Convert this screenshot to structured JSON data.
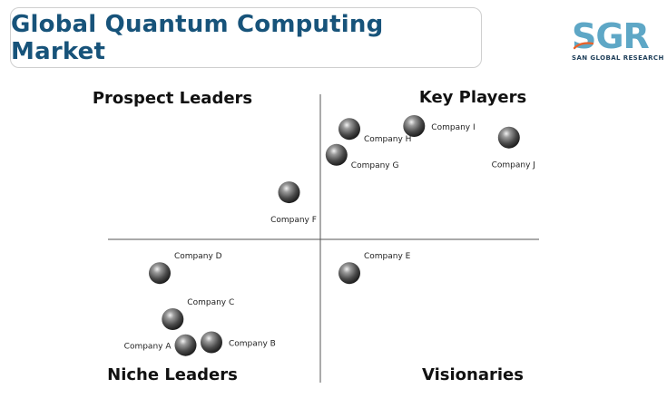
{
  "title": "Global Quantum Computing Market",
  "logo": {
    "mark": "SGR",
    "subtitle": "SAN GLOBAL RESEARCH",
    "accent": "#e8632b",
    "brand": "#5ea7c6"
  },
  "colors": {
    "title": "#17537a",
    "axis": "#555555"
  },
  "chart_data": {
    "type": "scatter",
    "title": "Global Quantum Computing Market",
    "xlabel": "",
    "ylabel": "",
    "xlim": [
      0,
      10
    ],
    "ylim": [
      0,
      10
    ],
    "grid": false,
    "quadrants": [
      {
        "name": "Prospect Leaders",
        "position": "top-left"
      },
      {
        "name": "Key Players",
        "position": "top-right"
      },
      {
        "name": "Niche Leaders",
        "position": "bottom-left"
      },
      {
        "name": "Visionaries",
        "position": "bottom-right"
      }
    ],
    "points": [
      {
        "label": "Company A",
        "x": 1.8,
        "y": 1.3,
        "label_side": "left"
      },
      {
        "label": "Company B",
        "x": 2.4,
        "y": 1.4,
        "label_side": "right"
      },
      {
        "label": "Company C",
        "x": 1.5,
        "y": 2.2,
        "label_side": "upper-right"
      },
      {
        "label": "Company D",
        "x": 1.2,
        "y": 3.8,
        "label_side": "upper-right"
      },
      {
        "label": "Company E",
        "x": 5.6,
        "y": 3.8,
        "label_side": "upper-right"
      },
      {
        "label": "Company F",
        "x": 4.2,
        "y": 6.6,
        "label_side": "below"
      },
      {
        "label": "Company G",
        "x": 5.3,
        "y": 7.9,
        "label_side": "lower-right"
      },
      {
        "label": "Company H",
        "x": 5.6,
        "y": 8.8,
        "label_side": "lower-right"
      },
      {
        "label": "Company I",
        "x": 7.1,
        "y": 8.9,
        "label_side": "right"
      },
      {
        "label": "Company J",
        "x": 9.3,
        "y": 8.5,
        "label_side": "below"
      }
    ]
  }
}
